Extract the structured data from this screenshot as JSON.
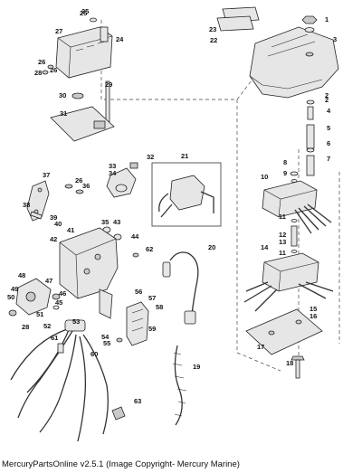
{
  "footer": "MercuryPartsOnline v2.5.1 (Image Copyright- Mercury Marine)",
  "callouts": [
    "1",
    "2",
    "3",
    "2",
    "4",
    "5",
    "6",
    "7",
    "8",
    "9",
    "10",
    "11",
    "12",
    "13",
    "11",
    "14",
    "15",
    "16",
    "17",
    "18",
    "19",
    "20",
    "21",
    "22",
    "23",
    "24",
    "25",
    "26",
    "27",
    "28",
    "29",
    "30",
    "31",
    "32",
    "33",
    "34",
    "35",
    "26",
    "36",
    "37",
    "38",
    "39",
    "40",
    "41",
    "42",
    "43",
    "44",
    "45",
    "46",
    "47",
    "48",
    "49",
    "50",
    "51",
    "52",
    "53",
    "54",
    "55",
    "56",
    "57",
    "58",
    "59",
    "60",
    "61",
    "62",
    "63",
    "25",
    "26",
    "28",
    "5"
  ]
}
